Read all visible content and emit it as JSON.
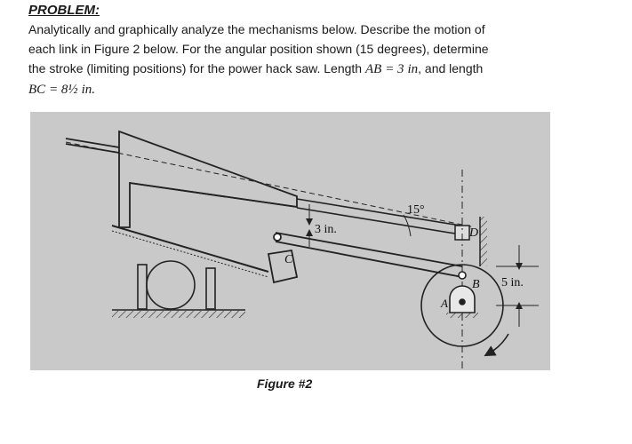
{
  "problem": {
    "heading": "PROBLEM:",
    "line1": "Analytically and graphically analyze the mechanisms below.  Describe the motion of",
    "line2": "each link in Figure 2 below.  For the angular position shown (15 degrees), determine",
    "line3_prefix": "the stroke (limiting positions) for the power hack saw.  Length ",
    "ab_label": "AB",
    "ab_value": "= 3",
    "ab_unit": "in",
    "line3_mid": ", and length",
    "bc_label": "BC",
    "bc_value": "= 8½",
    "bc_unit": "in."
  },
  "figure": {
    "labels": {
      "dim_3in": "3 in.",
      "angle_15": "15°",
      "point_c": "C",
      "point_d": "D",
      "point_b": "B",
      "point_a": "A",
      "dim_5in": "5 in."
    },
    "caption": "Figure #2"
  }
}
